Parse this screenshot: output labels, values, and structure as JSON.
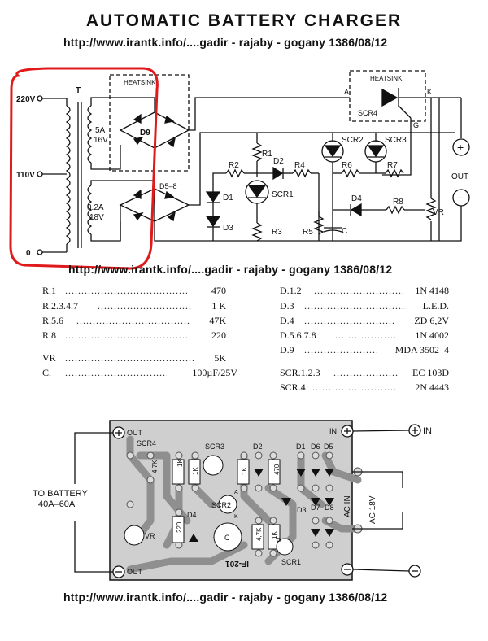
{
  "header": {
    "title": "AUTOMATIC BATTERY CHARGER",
    "url_top": "http://www.irantk.info/....gadir - rajaby - gogany   1386/08/12",
    "url_mid": "http://www.irantk.info/....gadir - rajaby - gogany   1386/08/12",
    "url_bottom": "http://www.irantk.info/....gadir - rajaby - gogany   1386/08/12"
  },
  "schematic": {
    "v220": "220V",
    "v110": "110V",
    "v0": "0",
    "t_label": "T",
    "sec1": "5A",
    "sec1b": "16V",
    "sec2": "0.2A",
    "sec2b": "18V",
    "heatsink1": "HEATSINK",
    "heatsink2": "HEATSINK",
    "d9": "D9",
    "d5_8": "D5–8",
    "r1": "R1",
    "r2": "R2",
    "r3": "R3",
    "r4": "R4",
    "r5": "R5",
    "r6": "R6",
    "r7": "R7",
    "r8": "R8",
    "d1": "D1",
    "d2": "D2",
    "d3": "D3",
    "d4": "D4",
    "scr1": "SCR1",
    "scr2": "SCR2",
    "scr3": "SCR3",
    "scr4": "SCR4",
    "c": "C",
    "vr": "VR",
    "a": "A",
    "k": "K",
    "g": "G",
    "out": "OUT",
    "plus": "+",
    "minus": "−"
  },
  "parts_left": [
    {
      "name": "R.1",
      "value": "470"
    },
    {
      "name": "R.2.3.4.7",
      "value": "1 K"
    },
    {
      "name": "R.5.6",
      "value": "47K"
    },
    {
      "name": "R.8",
      "value": "220"
    },
    {
      "name": "VR",
      "value": "5K"
    },
    {
      "name": "C.",
      "value": "100µF/25V"
    }
  ],
  "parts_right": [
    {
      "name": "D.1.2",
      "value": "1N 4148"
    },
    {
      "name": "D.3",
      "value": "L.E.D."
    },
    {
      "name": "D.4",
      "value": "ZD 6,2V"
    },
    {
      "name": "D.5.6.7.8",
      "value": "1N 4002"
    },
    {
      "name": "D.9",
      "value": "MDA 3502–4"
    },
    {
      "name": "SCR.1.2.3",
      "value": "EC 103D"
    },
    {
      "name": "SCR.4",
      "value": "2N 4443"
    }
  ],
  "pcb": {
    "to_battery": "TO BATTERY",
    "battery_range": "40A–60A",
    "out_top": "OUT",
    "out_bottom": "OUT",
    "in_top": "IN",
    "in_right": "IN",
    "ac": "AC IN",
    "ac18": "AC 18V",
    "scr4": "SCR4",
    "scr3": "SCR3",
    "scr2": "SCR2",
    "scr1": "SCR1",
    "d2": "D2",
    "d1": "D1",
    "d6": "D6",
    "d5": "D5",
    "d3": "D3",
    "d7": "D7",
    "d8": "D8",
    "d4": "D4",
    "vr": "VR",
    "r47k1": "4,7K",
    "r1k1": "1K",
    "r1k2": "1K",
    "r470": "470",
    "r1k3": "1K",
    "r220": "220",
    "r47k2": "4,7K",
    "r1k4": "1K",
    "c": "C",
    "board_id": "IF-201",
    "g": "G",
    "k": "K",
    "a": "A"
  }
}
